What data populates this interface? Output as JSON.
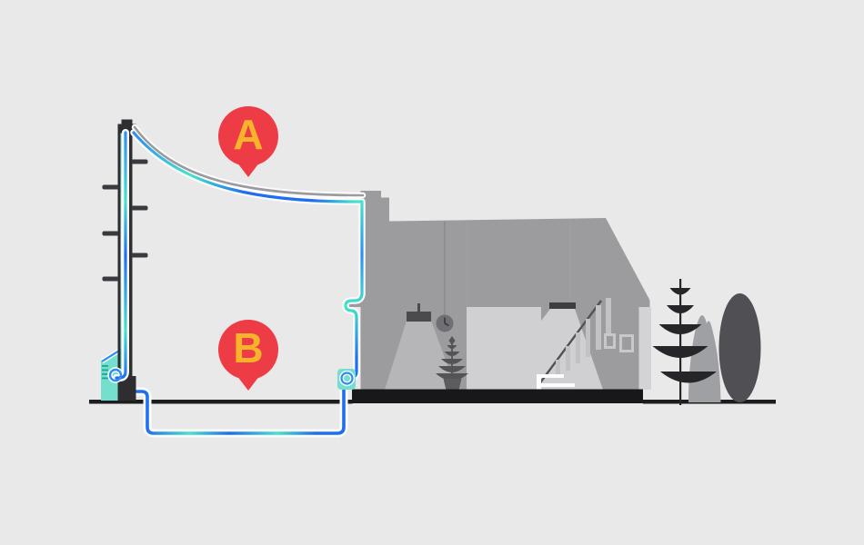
{
  "scene": {
    "markers": [
      {
        "id": "A",
        "label": "A"
      },
      {
        "id": "B",
        "label": "B"
      }
    ],
    "colors": {
      "background": "#e9e9e9",
      "marker_red": "#ee3c47",
      "marker_letter_yellow": "#f6b32b",
      "cable_blue": "#1f6df0",
      "cable_blue2": "#2e8ef2",
      "cable_cyan": "#47e2ca",
      "conduit_teal": "#74dfcd",
      "house_gray": "#9c9c9f",
      "wire_gray": "#9b9b9f",
      "ground_dark": "#1d1d20"
    }
  }
}
